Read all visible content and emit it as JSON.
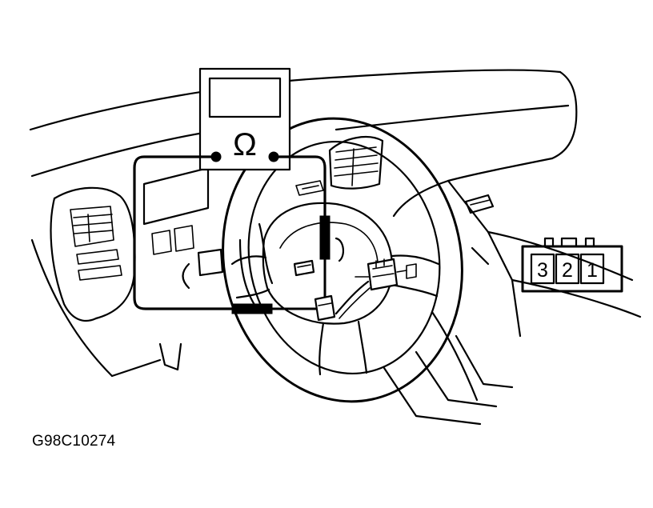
{
  "meter": {
    "symbol": "Ω"
  },
  "connector": {
    "pins": [
      "3",
      "2",
      "1"
    ]
  },
  "figure_code": "G98C10274"
}
